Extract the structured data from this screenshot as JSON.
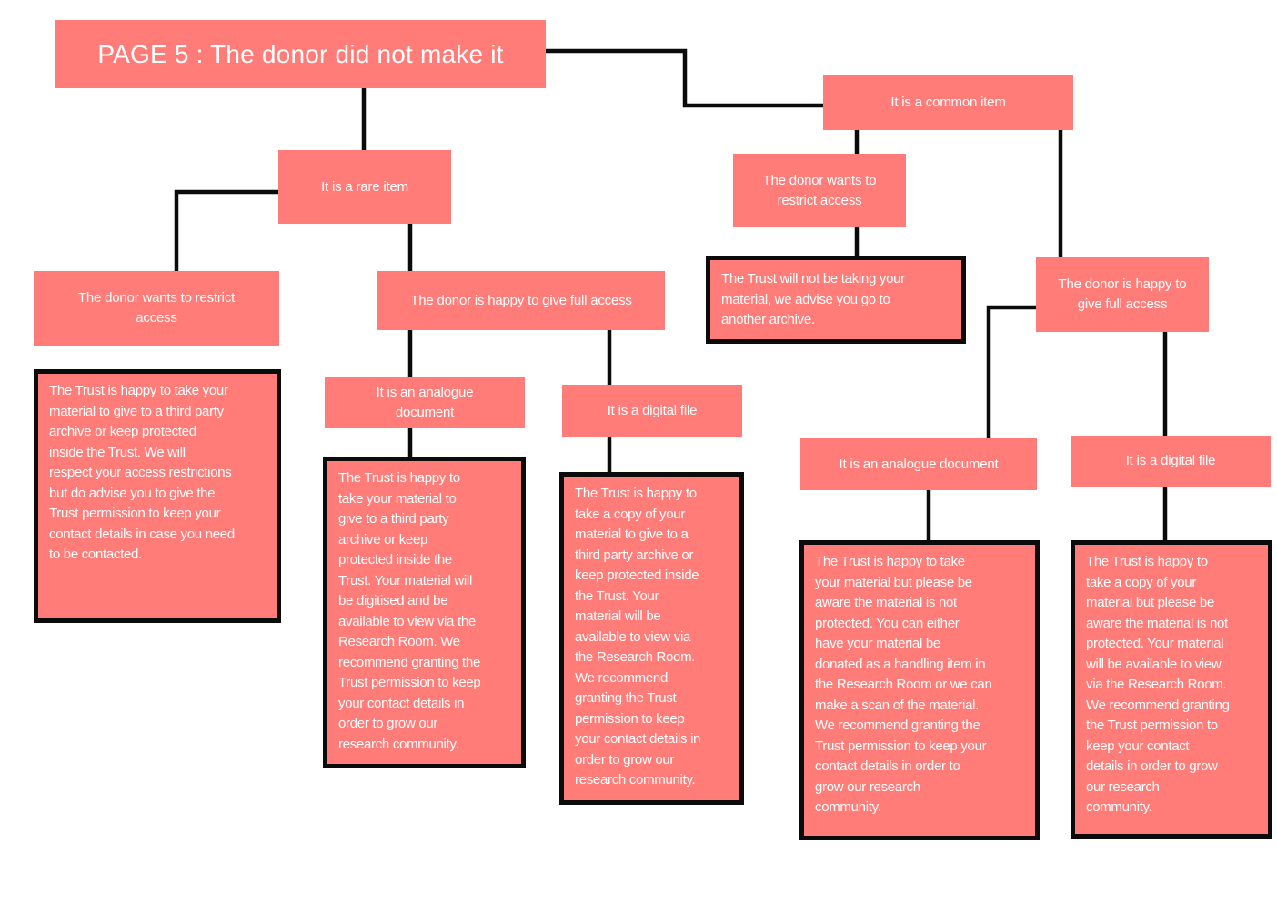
{
  "title": "PAGE 5 : The donor did not make it",
  "nodes": {
    "rare_item": "It is a rare item",
    "common_item": "It is a common item",
    "rare_restrict": "The donor wants to restrict\naccess",
    "rare_full": "The donor is happy to give full access",
    "rare_analogue": "It is an analogue\ndocument",
    "rare_digital": "It is a digital file",
    "common_restrict": "The donor wants to\nrestrict access",
    "common_full": "The donor is happy to\ngive full access",
    "common_analogue": "It is an analogue document",
    "common_digital": "It is a digital file"
  },
  "outcomes": {
    "rare_restrict": "The Trust is happy to take your\nmaterial to give to a third party\narchive or keep protected\ninside the Trust. We will\nrespect your access restrictions\nbut do advise you to give the\nTrust permission to keep your\ncontact details in case you need\nto be contacted.",
    "rare_analogue": "The Trust is happy to\ntake your material to\ngive to a third party\narchive or keep\nprotected inside the\nTrust. Your material will\nbe digitised and be\navailable to view via the\nResearch Room. We\nrecommend granting the\nTrust permission to keep\nyour contact details in\norder to grow our\nresearch community.",
    "rare_digital": "The Trust is happy to\ntake a copy of your\nmaterial to give to a\nthird party archive or\nkeep protected inside\nthe Trust. Your\nmaterial will be\navailable to view via\nthe Research Room.\nWe recommend\ngranting the Trust\npermission to keep\nyour contact details in\norder to grow our\nresearch community.",
    "common_restrict": "The Trust will not be taking your\nmaterial, we advise you go to\nanother archive.",
    "common_analogue": "The Trust is happy to take\nyour material but please be\naware the material is not\nprotected. You can either\nhave your material be\ndonated as a handling item in\nthe Research Room or we can\nmake a scan of the material.\nWe recommend granting the\nTrust permission to keep your\ncontact details in order to\ngrow our research\ncommunity.",
    "common_digital": "The Trust is happy to\ntake a copy of your\nmaterial but please be\naware the material is not\nprotected. Your material\nwill be available to view\nvia the Research Room.\nWe recommend granting\nthe Trust permission to\nkeep your contact\ndetails in order to grow\nour research\ncommunity."
  },
  "colors": {
    "node": "#FF7C78",
    "line": "#0b0b0b"
  }
}
